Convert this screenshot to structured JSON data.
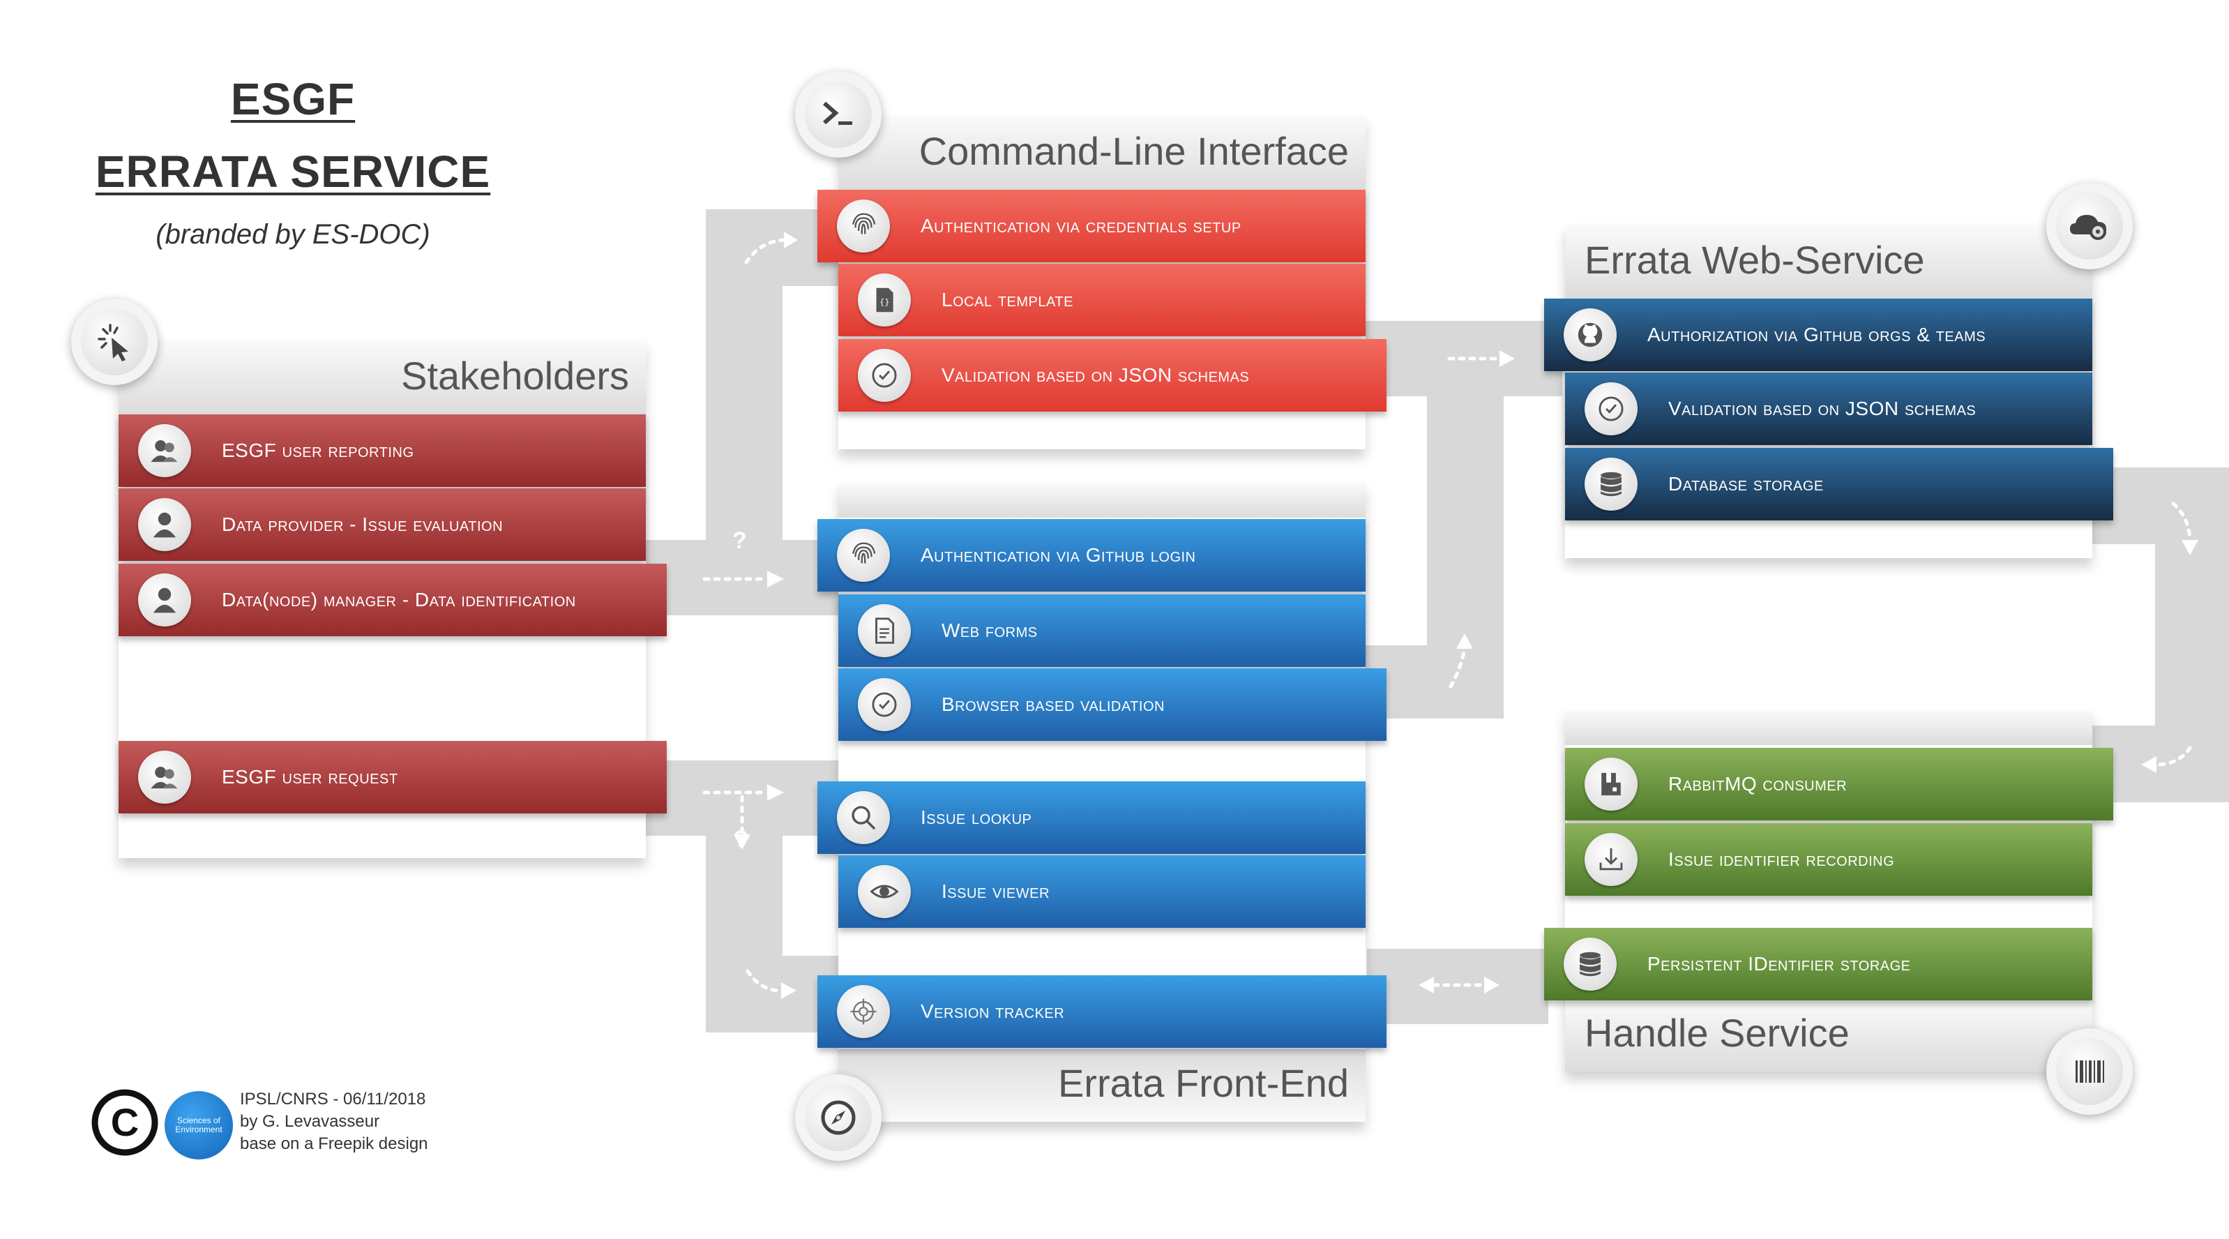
{
  "title": {
    "line1": "ESGF",
    "line2": "ERRATA SERVICE",
    "subtitle": "(branded by ES-DOC)"
  },
  "panels": {
    "stakeholders": {
      "title": "Stakeholders",
      "items": [
        {
          "label": "ESGF user reporting",
          "icon": "users-icon"
        },
        {
          "label": "Data provider - Issue evaluation",
          "icon": "user-icon"
        },
        {
          "label": "Data(node) manager - Data identification",
          "icon": "user-icon"
        }
      ],
      "request": {
        "label": "ESGF user request",
        "icon": "users-icon"
      }
    },
    "cli": {
      "title": "Command-Line Interface",
      "items": [
        {
          "label": "Authentication via credentials setup",
          "icon": "fingerprint-icon"
        },
        {
          "label": "Local template",
          "icon": "template-file-icon"
        },
        {
          "label": "Validation based on JSON schemas",
          "icon": "check-circle-icon"
        }
      ]
    },
    "frontend": {
      "title": "Errata Front-End",
      "items": [
        {
          "label": "Authentication via Github login",
          "icon": "fingerprint-icon"
        },
        {
          "label": "Web forms",
          "icon": "form-icon"
        },
        {
          "label": "Browser based validation",
          "icon": "check-circle-icon"
        },
        {
          "label": "Issue lookup",
          "icon": "magnifier-icon"
        },
        {
          "label": "Issue viewer",
          "icon": "eye-icon"
        },
        {
          "label": "Version tracker",
          "icon": "crosshair-icon"
        }
      ]
    },
    "webservice": {
      "title": "Errata Web-Service",
      "items": [
        {
          "label": "Authorization via Github orgs & teams",
          "icon": "github-icon"
        },
        {
          "label": "Validation based on JSON schemas",
          "icon": "check-circle-icon"
        },
        {
          "label": "Database storage",
          "icon": "database-icon"
        }
      ]
    },
    "handle": {
      "title": "Handle Service",
      "items": [
        {
          "label": "RabbitMQ consumer",
          "icon": "rabbitmq-icon"
        },
        {
          "label": "Issue identifier recording",
          "icon": "download-icon"
        },
        {
          "label": "Persistent IDentifier storage",
          "icon": "database-icon"
        }
      ]
    }
  },
  "badges": [
    "cursor-click-icon",
    "terminal-icon",
    "cloud-gear-icon",
    "compass-icon",
    "barcode-icon"
  ],
  "credits": {
    "line1": "IPSL/CNRS - 06/11/2018",
    "line2": "by G. Levavasseur",
    "line3": "base on a Freepik design",
    "logo_text": "Sciences of Environment"
  },
  "colors": {
    "stakeholders": "#962b2b",
    "cli": "#e03a30",
    "frontend": "#1f5fa8",
    "webservice": "#172c44",
    "handle": "#4f7a2a",
    "track": "#d6d6d6"
  }
}
